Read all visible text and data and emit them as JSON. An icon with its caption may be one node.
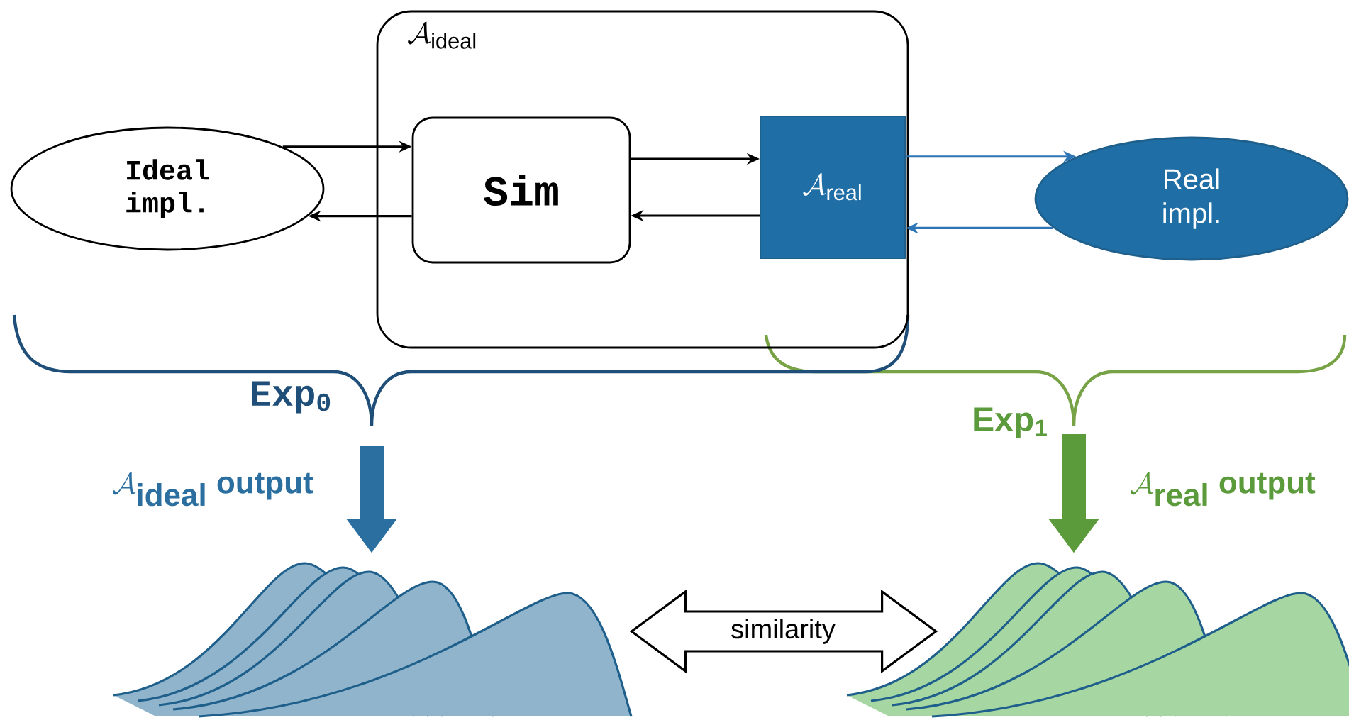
{
  "diagram": {
    "nodes": [
      {
        "text": [
          "\\mathcal{A}_{\\mathrm{ideal}}"
        ]
      },
      {
        "text": [
          "Ideal impl."
        ]
      },
      {
        "text": [
          "Sim"
        ],
        "in": 0
      },
      {
        "text": [
          "\\mathcal{A}_{\\mathrm{real}}"
        ],
        "in": 0
      },
      {
        "text": [
          "Real impl."
        ]
      },
      {
        "text": [
          "Exp$_{0}$"
        ]
      },
      {
        "text": [
          "Exp$_{1}$"
        ]
      },
      {
        "text": [],
        "shape": "picture"
      },
      {
        "text": [],
        "shape": "picture"
      }
    ],
    "edges": [
      {
        "from": 1,
        "to": 2,
        "arrow": "to"
      },
      {
        "from": 2,
        "to": 1,
        "arrow": "to"
      },
      {
        "from": 2,
        "to": 3,
        "arrow": "to"
      },
      {
        "from": 3,
        "to": 2,
        "arrow": "to"
      },
      {
        "from": 3,
        "to": 4,
        "arrow": "to",
        "color": "#2e75b6"
      },
      {
        "from": 4,
        "to": 3,
        "arrow": "to",
        "color": "#2e75b6"
      },
      {
        "from": 5,
        "to": 7,
        "arrow": "to",
        "style": "thick",
        "color": "#2a6fa0",
        "label": "\\mathcal{A}_{\\textbf{ideal}}\\ \\textbf{output}"
      },
      {
        "from": 6,
        "to": 8,
        "arrow": "to",
        "style": "thick",
        "color": "#5b9b3c",
        "label": "\\mathcal{A}_{\\textbf{real}}\\ \\textbf{output}"
      },
      {
        "from": 7,
        "to": 8,
        "arrow": "both",
        "style": "thick",
        "label": "similarity"
      }
    ]
  }
}
